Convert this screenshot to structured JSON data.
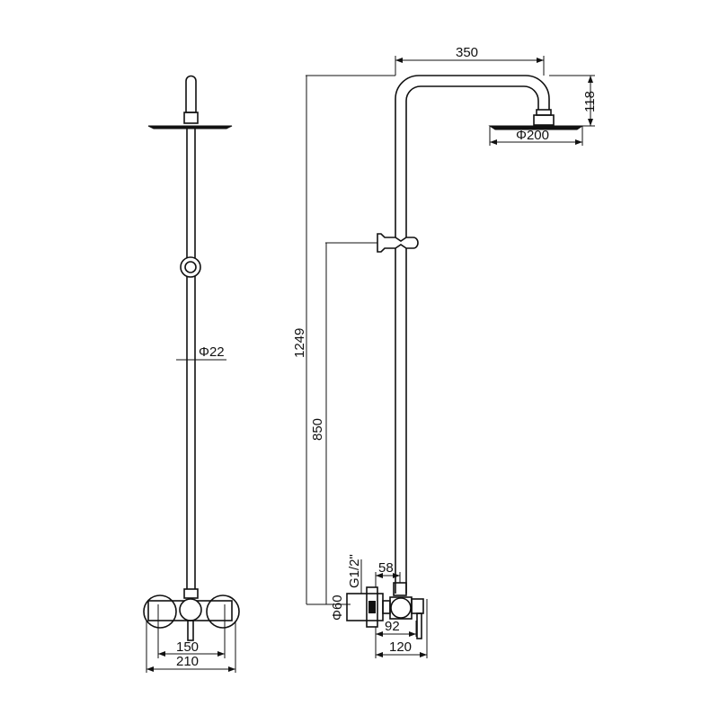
{
  "drawing": {
    "front_view": {
      "pipe_diameter": "Φ22",
      "mixer_center_distance": "150",
      "mixer_total_width": "210"
    },
    "side_view": {
      "arm_reach": "350",
      "arm_drop": "118",
      "head_diameter": "Φ200",
      "total_height": "1249",
      "holder_height": "850",
      "inlet_thread": "G1/2\"",
      "escutcheon_diameter": "Φ60",
      "outlet_offset": "58",
      "body_depth": "92",
      "total_depth": "120"
    }
  }
}
